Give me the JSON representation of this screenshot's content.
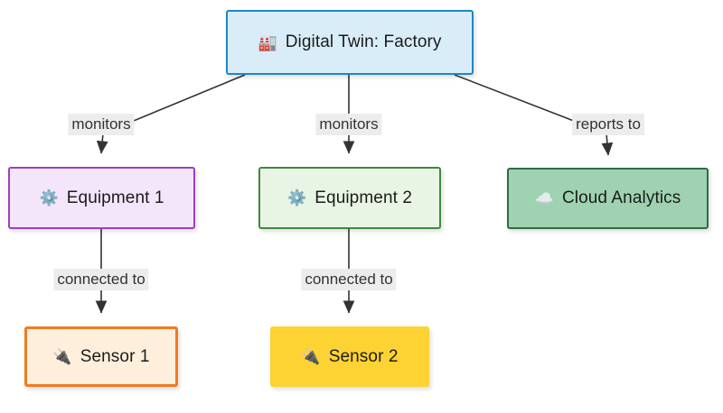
{
  "diagram": {
    "type": "flowchart",
    "direction": "top-down",
    "background_color": "#ffffff",
    "nodes": [
      {
        "id": "factory",
        "label": "Digital Twin: Factory",
        "icon": "factory-icon",
        "icon_glyph": "🏭",
        "fill": "#d9edf8",
        "stroke": "#1e87c6"
      },
      {
        "id": "equipment-1",
        "label": "Equipment 1",
        "icon": "gear-icon",
        "icon_glyph": "⚙️",
        "fill": "#f4e6fa",
        "stroke": "#9b3fc4"
      },
      {
        "id": "equipment-2",
        "label": "Equipment 2",
        "icon": "gear-icon",
        "icon_glyph": "⚙️",
        "fill": "#e8f4e4",
        "stroke": "#3d8b3d"
      },
      {
        "id": "cloud-analytics",
        "label": "Cloud Analytics",
        "icon": "cloud-icon",
        "icon_glyph": "☁️",
        "fill": "#9ed2b0",
        "stroke": "#2f6b45"
      },
      {
        "id": "sensor-1",
        "label": "Sensor 1",
        "icon": "plug-icon",
        "icon_glyph": "🔌",
        "fill": "#fdefdc",
        "stroke": "#ef7b22"
      },
      {
        "id": "sensor-2",
        "label": "Sensor 2",
        "icon": "plug-icon",
        "icon_glyph": "🔌",
        "fill": "#fcd332",
        "stroke": "#fcd332"
      }
    ],
    "edges": [
      {
        "id": "factory-to-equipment-1",
        "from": "factory",
        "to": "equipment-1",
        "label": "monitors"
      },
      {
        "id": "factory-to-equipment-2",
        "from": "factory",
        "to": "equipment-2",
        "label": "monitors"
      },
      {
        "id": "factory-to-cloud-analytics",
        "from": "factory",
        "to": "cloud-analytics",
        "label": "reports to"
      },
      {
        "id": "equipment-1-to-sensor-1",
        "from": "equipment-1",
        "to": "sensor-1",
        "label": "connected to"
      },
      {
        "id": "equipment-2-to-sensor-2",
        "from": "equipment-2",
        "to": "sensor-2",
        "label": "connected to"
      }
    ],
    "edge_style": {
      "line_color": "#333333",
      "label_background": "#ececec",
      "label_text_color": "#333333"
    }
  }
}
